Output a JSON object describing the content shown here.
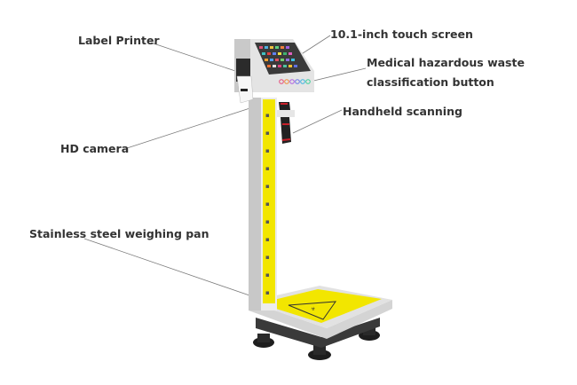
{
  "callouts": {
    "label_printer": "Label Printer",
    "touch_screen": "10.1-inch touch screen",
    "hazard_button_line1": "Medical hazardous waste",
    "hazard_button_line2": "classification button",
    "handheld_scanning": "Handheld scanning",
    "hd_camera": "HD camera",
    "weighing_pan": "Stainless steel weighing pan"
  },
  "colors": {
    "label_text": "#333333",
    "leader_line": "#7a7a7a",
    "frame_gray": "#d6d6d6",
    "frame_dark": "#a9a9a9",
    "hazard_yellow": "#f2e600",
    "scanner_red": "#c8202a",
    "scanner_black": "#222222",
    "foot_black": "#1e1e1e"
  },
  "button_colors": [
    "#e64c7a",
    "#f08c3c",
    "#b05fe0",
    "#6a78e8",
    "#3cb4e0",
    "#3ccf9a",
    "#3ca8e0",
    "#8fd0f0"
  ]
}
